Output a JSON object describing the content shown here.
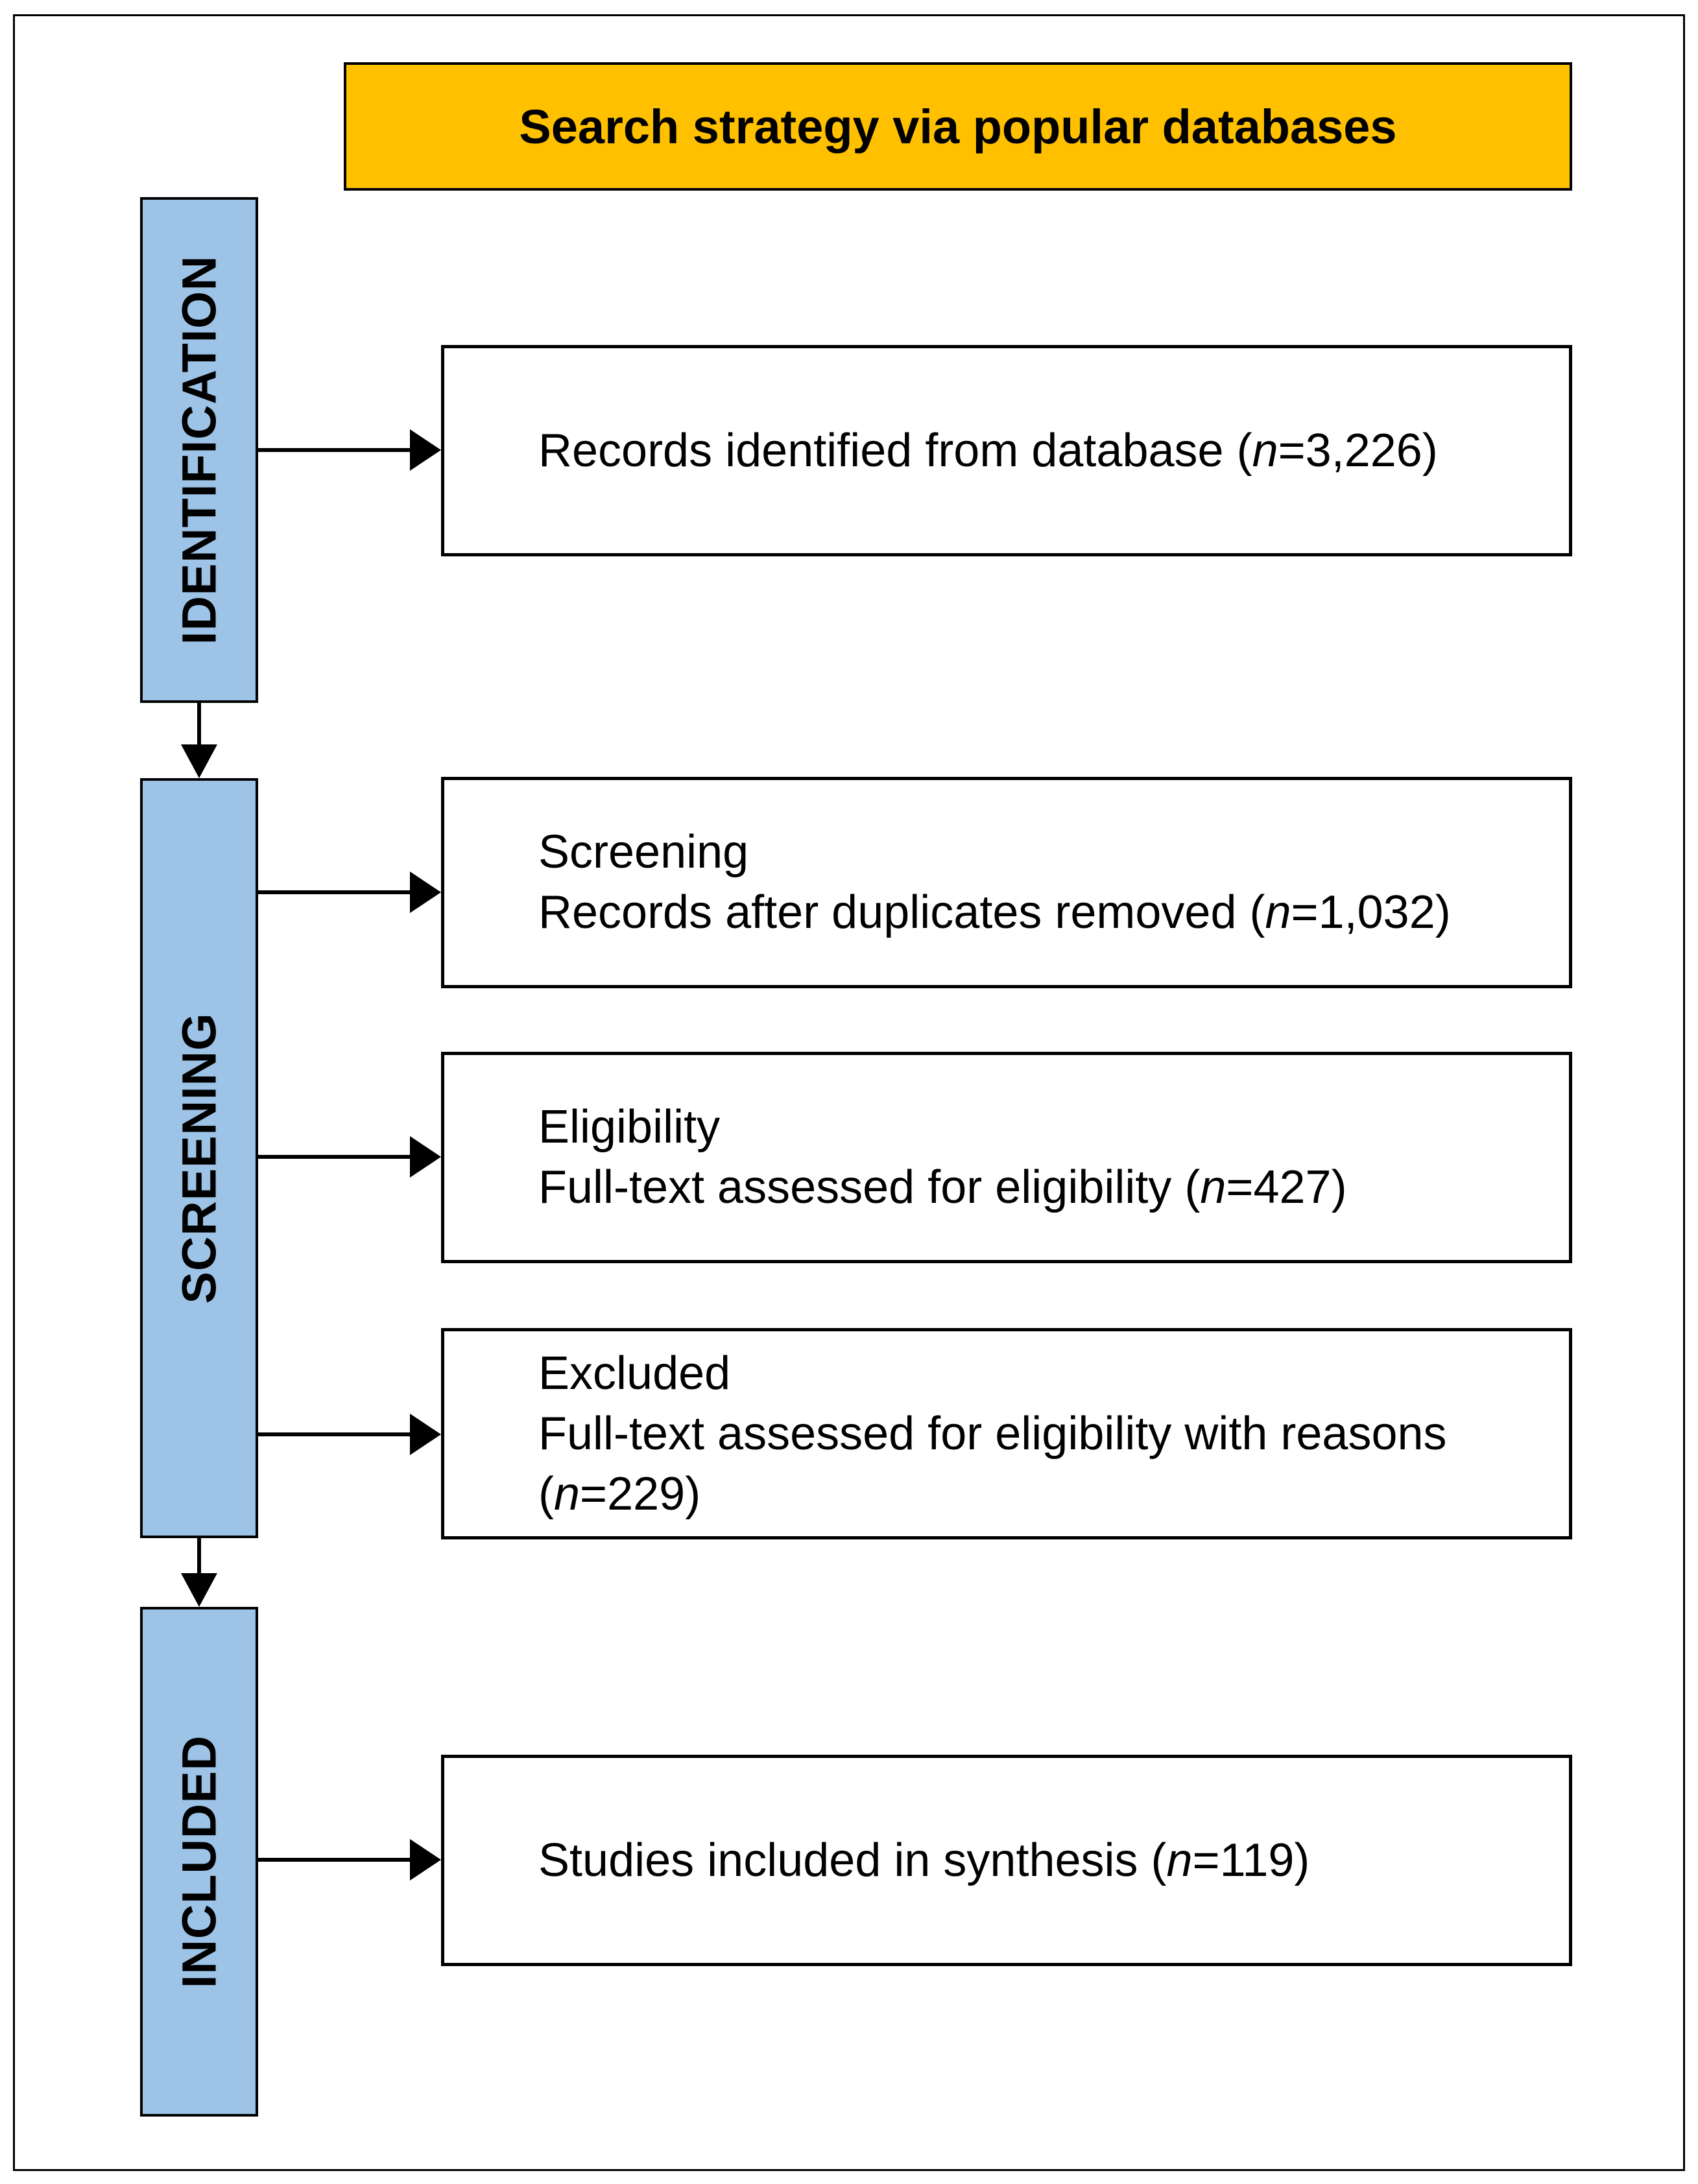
{
  "header": {
    "title": "Search strategy via popular databases"
  },
  "stages": [
    {
      "label": "IDENTIFICATION"
    },
    {
      "label": "SCREENING"
    },
    {
      "label": "INCLUDED"
    }
  ],
  "boxes": [
    {
      "heading": "",
      "text": "Records identified from database (",
      "n": "n",
      "value": "=3,226)"
    },
    {
      "heading": "Screening",
      "text": "Records after duplicates removed (",
      "n": "n",
      "value": "=1,032)"
    },
    {
      "heading": "Eligibility",
      "text": "Full-text assessed for eligibility (",
      "n": "n",
      "value": "=427)"
    },
    {
      "heading": "Excluded",
      "text": "Full-text assessed for eligibility with reasons",
      "text2": "(",
      "n": "n",
      "value": "=229)"
    },
    {
      "heading": "",
      "text": "Studies included in synthesis (",
      "n": "n",
      "value": "=119)"
    }
  ]
}
